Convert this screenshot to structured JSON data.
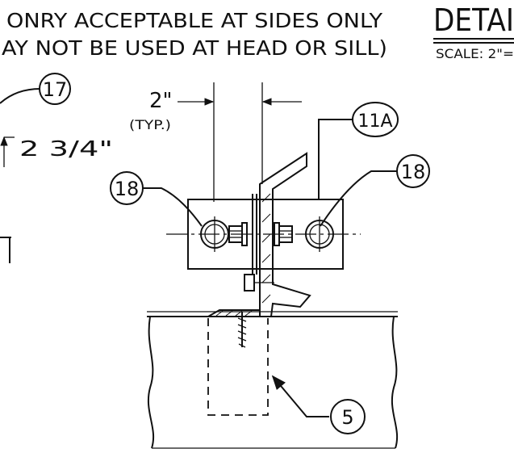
{
  "notes": {
    "line1": "ONRY ACCEPTABLE AT SIDES ONLY",
    "line2": "AY NOT BE USED AT HEAD OR SILL)"
  },
  "detail": {
    "title": "DETAI",
    "scale": "SCALE: 2\"="
  },
  "dimensions": {
    "spacing": "2\"",
    "spacing_note": "(TYP.)",
    "height": "2 3/4\""
  },
  "callouts": {
    "c17": "17",
    "c11a": "11A",
    "c18_left": "18",
    "c18_right": "18",
    "c5": "5"
  }
}
